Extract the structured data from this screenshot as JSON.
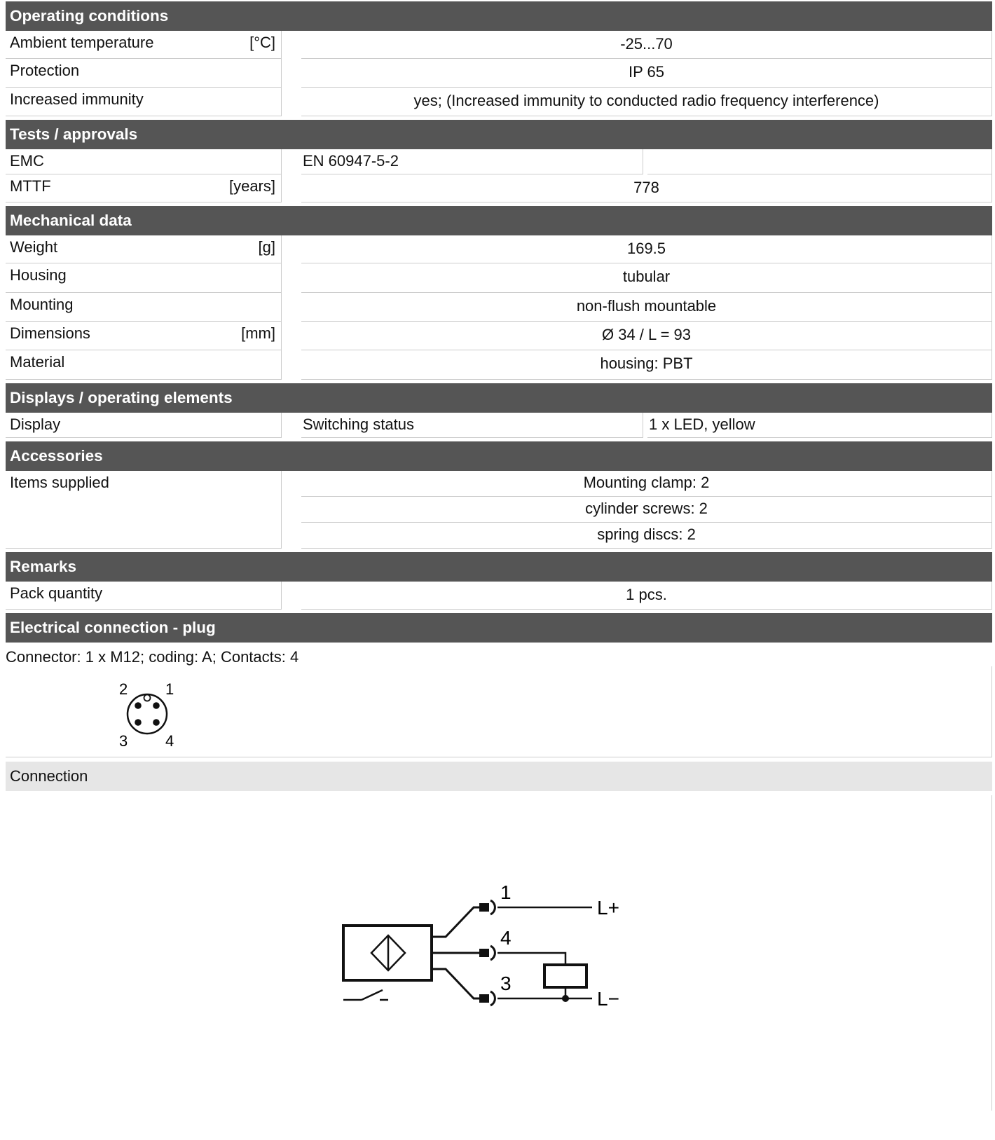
{
  "operating_conditions": {
    "header": "Operating conditions",
    "rows": [
      {
        "label": "Ambient temperature",
        "unit": "[°C]",
        "value": "-25...70"
      },
      {
        "label": "Protection",
        "unit": "",
        "value": "IP 65"
      },
      {
        "label": "Increased immunity",
        "unit": "",
        "value": "yes;  (Increased immunity to conducted radio frequency interference)"
      }
    ]
  },
  "tests_approvals": {
    "header": "Tests / approvals",
    "emc": {
      "label": "EMC",
      "value": "EN 60947-5-2",
      "extra": ""
    },
    "mttf": {
      "label": "MTTF",
      "unit": "[years]",
      "value": "778"
    }
  },
  "mechanical_data": {
    "header": "Mechanical data",
    "rows": [
      {
        "label": "Weight",
        "unit": "[g]",
        "value": "169.5"
      },
      {
        "label": "Housing",
        "unit": "",
        "value": "tubular"
      },
      {
        "label": "Mounting",
        "unit": "",
        "value": "non-flush mountable"
      },
      {
        "label": "Dimensions",
        "unit": "[mm]",
        "value": "Ø 34 / L = 93"
      },
      {
        "label": "Material",
        "unit": "",
        "value": "housing: PBT"
      }
    ]
  },
  "displays": {
    "header": "Displays / operating elements",
    "label": "Display",
    "type": "Switching status",
    "value": "1 x LED, yellow"
  },
  "accessories": {
    "header": "Accessories",
    "label": "Items supplied",
    "items": [
      "Mounting clamp: 2",
      "cylinder screws: 2",
      "spring discs: 2"
    ]
  },
  "remarks": {
    "header": "Remarks",
    "label": "Pack quantity",
    "value": "1 pcs."
  },
  "electrical_connection": {
    "header": "Electrical connection - plug",
    "connector_text": "Connector: 1 x M12; coding: A; Contacts: 4",
    "pins": {
      "p1": "1",
      "p2": "2",
      "p3": "3",
      "p4": "4"
    },
    "connection_label": "Connection",
    "wiring": {
      "pin_top": "1",
      "pin_mid": "4",
      "pin_bot": "3",
      "supply_pos": "L+",
      "supply_neg": "L−"
    }
  }
}
